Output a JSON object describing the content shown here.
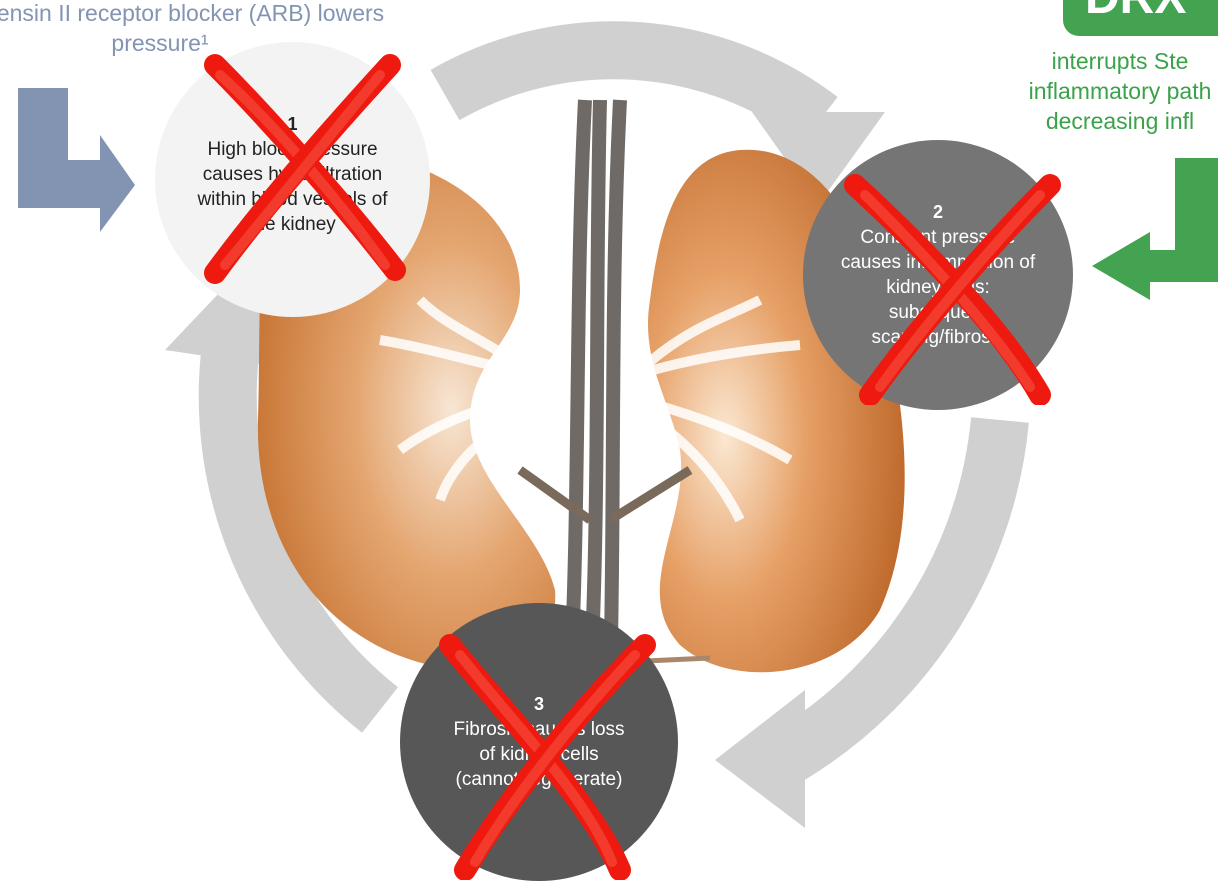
{
  "arb_annotation": {
    "lines": [
      "rotensin II receptor blocker (ARB) lowers",
      "pressure¹"
    ],
    "color": "#8394b3"
  },
  "drx_annotation": {
    "badge_text": "DRX",
    "lines": [
      "interrupts Ste",
      "inflammatory path",
      "decreasing infl"
    ],
    "color": "#3aa24a"
  },
  "steps": [
    {
      "number": "1",
      "lines": [
        "High blood pressure",
        "causes hyperfiltration",
        "within blood vessels of",
        "the kidney"
      ],
      "fill": "#f3f3f3",
      "crossed_out": true
    },
    {
      "number": "2",
      "lines": [
        "Constant pressure",
        "causes inflammation of",
        "kidney cells:",
        "subsequent",
        "scarring/fibrosis"
      ],
      "fill": "#757575",
      "crossed_out": true
    },
    {
      "number": "3",
      "lines": [
        "Fibrosis causes loss",
        "of kidney cells",
        "(cannot regenerate)"
      ],
      "fill": "#575757",
      "crossed_out": true
    }
  ],
  "colors": {
    "cycle_arrows": "#d0d0d0",
    "arb_arrow": "#8394b3",
    "drx_arrow": "#43a351",
    "cross": "#ee1a0f",
    "kidney": "#d9925a"
  },
  "icons": [
    "cycle-arrow-icon",
    "bent-arrow-icon",
    "x-mark-icon",
    "kidney-illustration"
  ]
}
